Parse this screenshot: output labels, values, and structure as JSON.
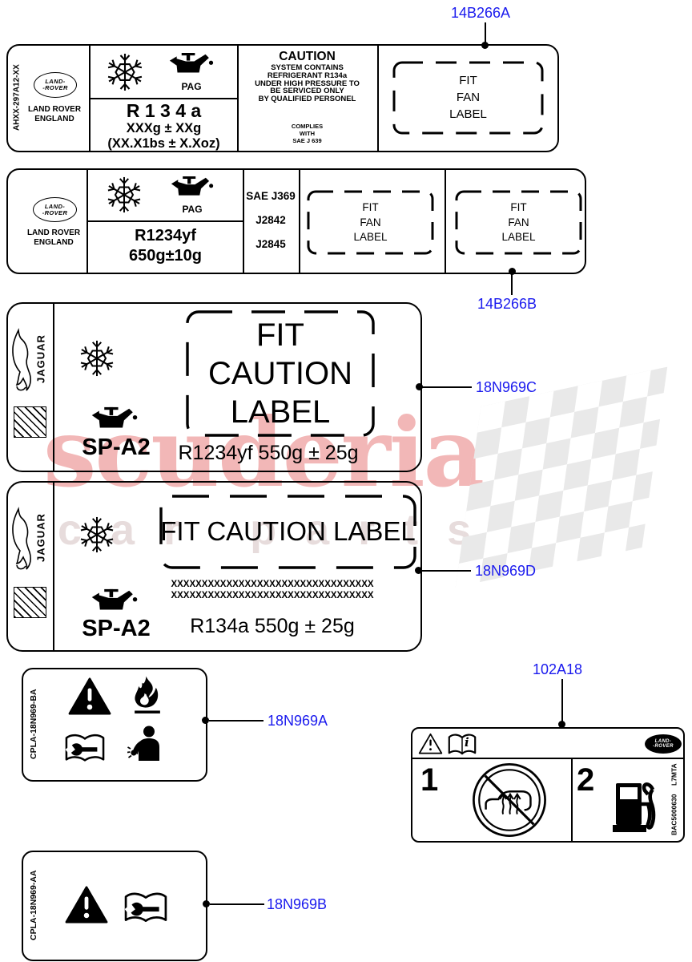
{
  "colors": {
    "callout": "#1a1aee",
    "line": "#000000",
    "watermark_pink": "#f2b7b7",
    "watermark_gray": "#e9e9e9"
  },
  "watermark": {
    "title": "scuderia",
    "subtitle": "car parts"
  },
  "logo": {
    "line1": "LAND-",
    "line2": "-ROVER"
  },
  "label_r134a": {
    "side_code": "AHXX-297A12-XX",
    "brand_line1": "LAND ROVER",
    "brand_line2": "ENGLAND",
    "oil_type": "PAG",
    "refrigerant": "R 1 3 4 a",
    "charge_g": "XXXg ± XXg",
    "charge_oz": "(XX.X1bs ± X.Xoz)",
    "caution_title": "CAUTION",
    "caution_lines": [
      "SYSTEM CONTAINS",
      "REFRIGERANT R134a",
      "UNDER HIGH PRESSURE TO",
      "BE SERVICED ONLY",
      "BY QUALIFIED PERSONEL"
    ],
    "complies_lines": [
      "COMPLIES",
      "WITH",
      "SAE J 639"
    ],
    "fit_fan": [
      "FIT",
      "FAN",
      "LABEL"
    ],
    "callout": "14B266A"
  },
  "label_r1234yf": {
    "brand_line1": "LAND ROVER",
    "brand_line2": "ENGLAND",
    "oil_type": "PAG",
    "refrigerant": "R1234yf",
    "charge_g": "650g±10g",
    "sae_codes": [
      "SAE J369",
      "J2842",
      "J2845"
    ],
    "fit_fan": [
      "FIT",
      "FAN",
      "LABEL"
    ],
    "callout": "14B266B"
  },
  "label_jaguar_r1234yf": {
    "brand": "JAGUAR",
    "oil_type": "SP-A2",
    "box_lines": [
      "FIT",
      "CAUTION",
      "LABEL"
    ],
    "charge": "R1234yf 550g ± 25g",
    "callout": "18N969C"
  },
  "label_jaguar_r134a": {
    "brand": "JAGUAR",
    "oil_type": "SP-A2",
    "box_line": "FIT CAUTION LABEL",
    "x_rows": [
      "XXXXXXXXXXXXXXXXXXXXXXXXXXXXXXXXX",
      "XXXXXXXXXXXXXXXXXXXXXXXXXXXXXXXXX"
    ],
    "charge": "R134a 550g ± 25g",
    "callout": "18N969D"
  },
  "label_warning_ba": {
    "side_code": "CPLA-18N969-BA",
    "callout": "18N969A"
  },
  "label_fuel_heat": {
    "callout": "102A18",
    "item1": "1",
    "item2": "2",
    "side_code": "BAC5000630",
    "side_code2": "L7MTA",
    "info_glyph": "i"
  },
  "label_warning_aa": {
    "side_code": "CPLA-18N969-AA",
    "callout": "18N969B"
  }
}
